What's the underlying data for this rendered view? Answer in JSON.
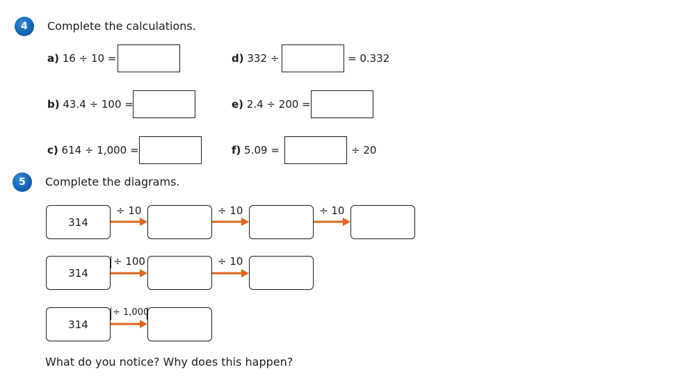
{
  "q4": {
    "number": "4",
    "title": "Complete the calculations.",
    "items": {
      "a": {
        "label": "a)",
        "before": "16 ÷ 10 =",
        "after": ""
      },
      "b": {
        "label": "b)",
        "before": "43.4 ÷ 100 =",
        "after": ""
      },
      "c": {
        "label": "c)",
        "before": "614 ÷ 1,000 =",
        "after": ""
      },
      "d": {
        "label": "d)",
        "before": "332 ÷",
        "after": "= 0.332"
      },
      "e": {
        "label": "e)",
        "before": "2.4 ÷ 200 =",
        "after": ""
      },
      "f": {
        "label": "f)",
        "before": "5.09 =",
        "after": "÷ 20"
      }
    }
  },
  "q5": {
    "number": "5",
    "title": "Complete the diagrams.",
    "rows": [
      {
        "start": "314",
        "ops": [
          "÷ 10",
          "÷ 10",
          "÷ 10"
        ]
      },
      {
        "start": "314",
        "ops": [
          "÷ 100",
          "÷ 10"
        ]
      },
      {
        "start": "314",
        "ops": [
          "÷ 1,000"
        ]
      }
    ],
    "question": "What do you notice? Why does this happen?"
  },
  "colors": {
    "accent_blue": "#1565b8",
    "arrow_orange": "#e0651e"
  }
}
